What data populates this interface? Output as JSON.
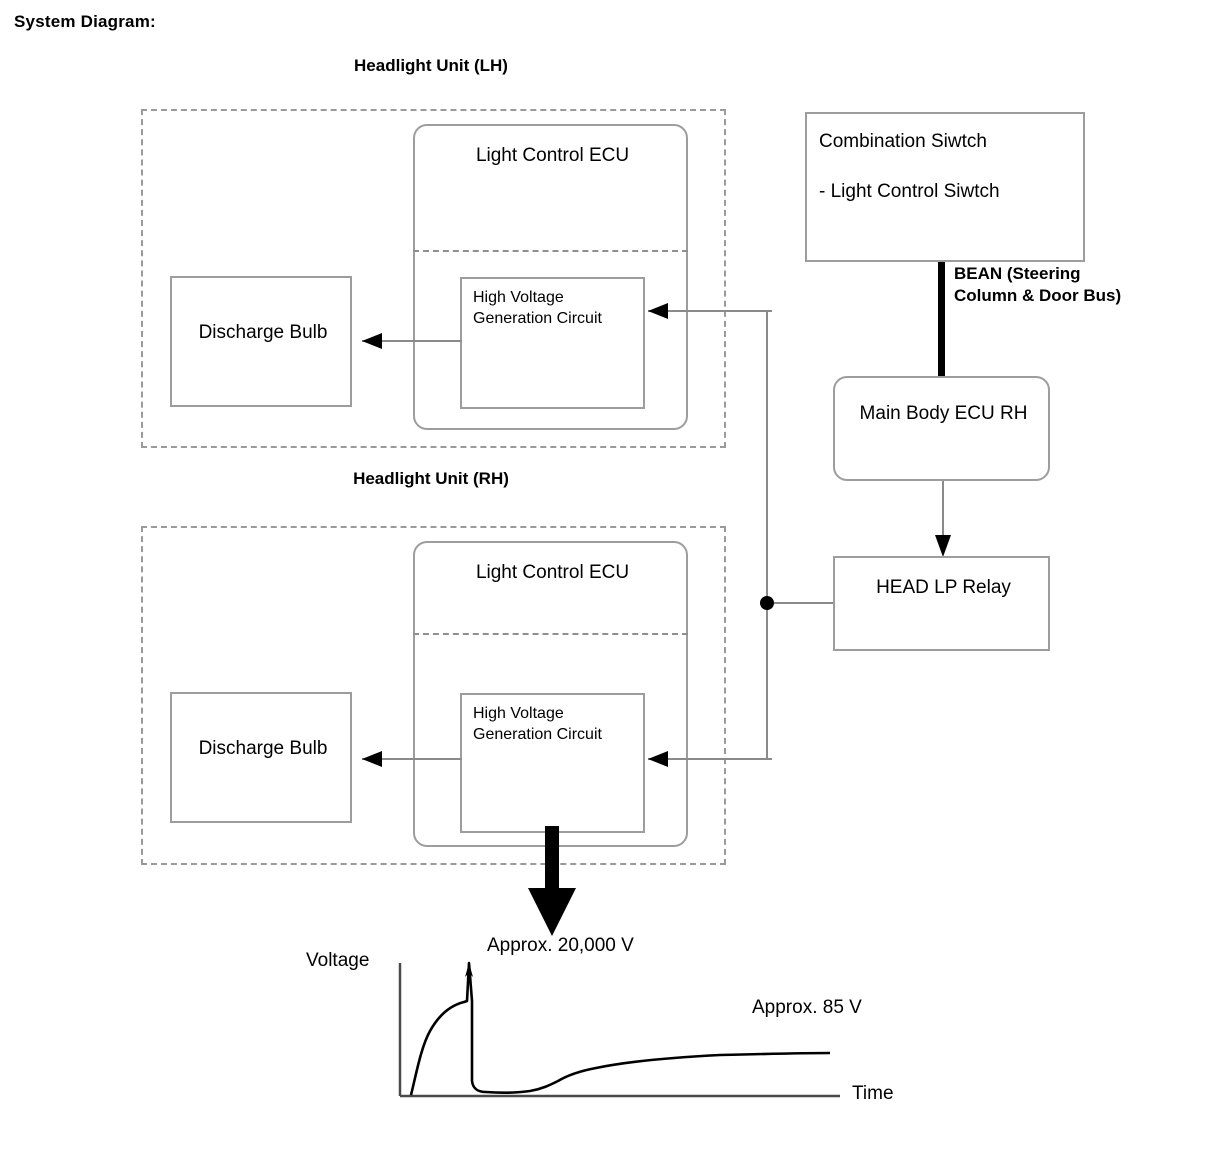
{
  "page": {
    "title": "System Diagram:"
  },
  "units": [
    {
      "title": "Headlight Unit (LH)",
      "ecu_label": "Light Control ECU",
      "bulb_label": "Discharge Bulb",
      "hvgc_label_line1": "High Voltage",
      "hvgc_label_line2": "Generation Circuit"
    },
    {
      "title": "Headlight Unit (RH)",
      "ecu_label": "Light Control ECU",
      "bulb_label": "Discharge Bulb",
      "hvgc_label_line1": "High Voltage",
      "hvgc_label_line2": "Generation Circuit"
    }
  ],
  "right_column": {
    "combination_switch": {
      "line1": "Combination Siwtch",
      "line2": "- Light Control Siwtch"
    },
    "bean": {
      "line1": "BEAN (Steering",
      "line2": "Column & Door Bus)"
    },
    "main_body_ecu": "Main Body ECU RH",
    "head_lp_relay": "HEAD LP Relay"
  },
  "chart_data": {
    "type": "line",
    "title": "",
    "xlabel": "Time",
    "ylabel": "Voltage",
    "grid": false,
    "legend": null,
    "annotations": [
      {
        "text": "Approx. 20,000 V",
        "target": "striking voltage spike"
      },
      {
        "text": "Approx. 85 V",
        "target": "steady state voltage"
      }
    ],
    "series": [
      {
        "name": "Discharge bulb voltage",
        "points": [
          {
            "t": 0.0,
            "v": 0
          },
          {
            "t": 0.02,
            "v": 28
          },
          {
            "t": 0.05,
            "v": 46
          },
          {
            "t": 0.09,
            "v": 56
          },
          {
            "t": 0.14,
            "v": 62
          },
          {
            "t": 0.18,
            "v": 64
          },
          {
            "t": 0.2,
            "v": 65
          },
          {
            "t": 0.215,
            "v": 100
          },
          {
            "t": 0.225,
            "v": 65
          },
          {
            "t": 0.23,
            "v": 8
          },
          {
            "t": 0.28,
            "v": 5
          },
          {
            "t": 0.36,
            "v": 5
          },
          {
            "t": 0.44,
            "v": 7
          },
          {
            "t": 0.5,
            "v": 14
          },
          {
            "t": 0.58,
            "v": 20
          },
          {
            "t": 0.7,
            "v": 25
          },
          {
            "t": 0.82,
            "v": 28
          },
          {
            "t": 1.0,
            "v": 30
          }
        ]
      }
    ]
  }
}
